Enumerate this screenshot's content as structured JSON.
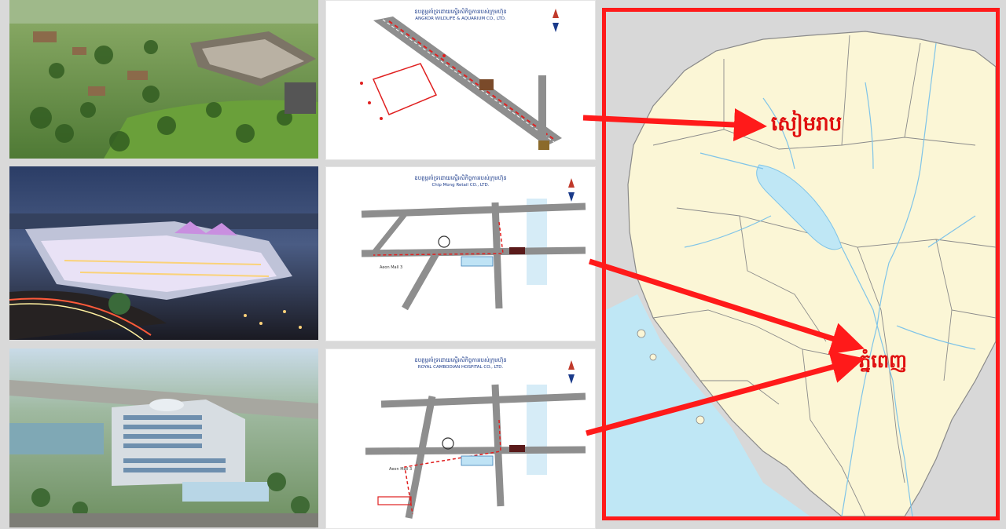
{
  "cards": [
    {
      "title": "ឧបត្ថម្ភគាំទ្រដោយស្ទើរសិកិច្ចការរបស់ក្រុមហ៊ុន",
      "subtitle": "ANGKOR WILDLIFE & AQUARIUM CO., LTD."
    },
    {
      "title": "ឧបត្ថម្ភគាំទ្រដោយស្ទើរសិកិច្ចការរបស់ក្រុមហ៊ុន",
      "subtitle": "Chip Mong Retail CO., LTD."
    },
    {
      "title": "ឧបត្ថម្ភគាំទ្រដោយស្ទើរសិកិច្ចការរបស់ក្រុមហ៊ុន",
      "subtitle": "ROYAL CAMBODIAN HOSPITAL CO., LTD."
    }
  ],
  "card_labels": {
    "aeon_mall_1": "Aeon Mall 3",
    "aeon_mall_2": "Aeon Mall 3"
  },
  "cities": {
    "siem_reap": "សៀមរាប",
    "phnom_penh": "ភ្នំពេញ"
  },
  "colors": {
    "accent": "#ff1a1a",
    "map_land": "#fbf6d6",
    "map_water": "#bfe7f5",
    "map_border": "#8a8a8a",
    "map_river": "#7fc4e8"
  }
}
